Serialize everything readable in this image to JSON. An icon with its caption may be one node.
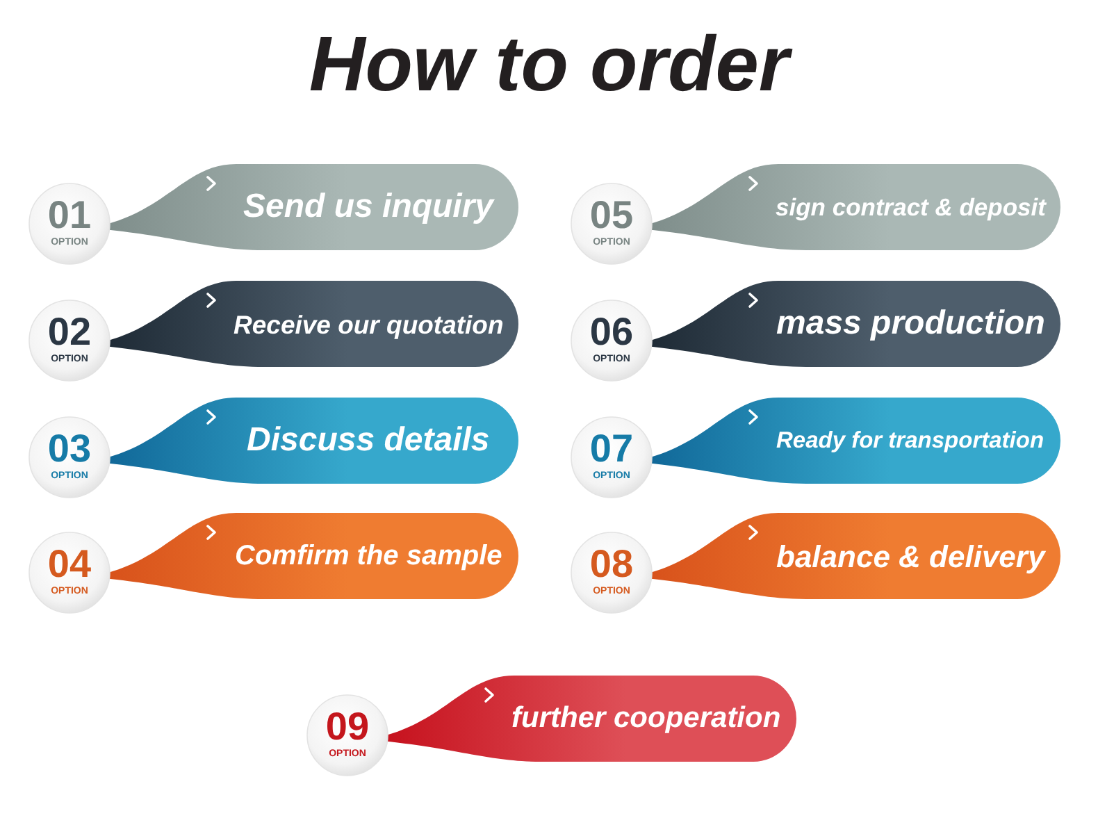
{
  "diagram": {
    "title": "How to order",
    "nodes": [
      {
        "text": [
          "01",
          "OPTION",
          "Send us inquiry"
        ]
      },
      {
        "text": [
          "02",
          "OPTION",
          "Receive our quotation"
        ]
      },
      {
        "text": [
          "03",
          "OPTION",
          "Discuss details"
        ]
      },
      {
        "text": [
          "04",
          "OPTION",
          "Comfirm the sample"
        ]
      },
      {
        "text": [
          "05",
          "OPTION",
          "sign contract & deposit"
        ]
      },
      {
        "text": [
          "06",
          "OPTION",
          "mass production"
        ]
      },
      {
        "text": [
          "07",
          "OPTION",
          "Ready for transportation"
        ]
      },
      {
        "text": [
          "08",
          "OPTION",
          "balance & delivery"
        ]
      },
      {
        "text": [
          "09",
          "OPTION",
          "further cooperation"
        ]
      }
    ]
  }
}
